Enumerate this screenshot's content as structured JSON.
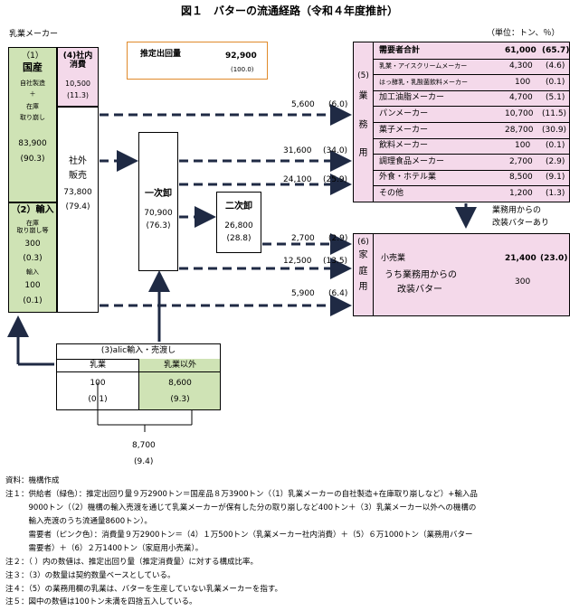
{
  "title": "図１　バターの流通経路（令和４年度推計）",
  "unit": "（単位：トン、％）",
  "dairy_label": "乳業メーカー",
  "estimate": {
    "label": "推定出回量",
    "value": "92,900",
    "pct": "(100.0)"
  },
  "domestic": {
    "num": "（1）",
    "title": "国産",
    "sub1": "自社製造",
    "plus": "＋",
    "sub2": "在庫",
    "sub3": "取り崩し",
    "value": "83,900",
    "pct": "(90.3)"
  },
  "import": {
    "title": "（2）輸入",
    "sub1": "在庫",
    "sub2": "取り崩し等",
    "v1": "300",
    "p1": "(0.3)",
    "sub3": "輸入",
    "v2": "100",
    "p2": "(0.1)"
  },
  "internal": {
    "title1": "(4)社内",
    "title2": "消費",
    "value": "10,500",
    "pct": "(11.3)"
  },
  "external": {
    "t1": "社外",
    "t2": "販売",
    "value": "73,800",
    "pct": "(79.4)"
  },
  "wholesale1": {
    "title": "一次卸",
    "value": "70,900",
    "pct": "(76.3)"
  },
  "wholesale2": {
    "title": "二次卸",
    "value": "26,800",
    "pct": "(28.8)"
  },
  "flows": [
    {
      "value": "5,600",
      "pct": "(6.0)"
    },
    {
      "value": "31,600",
      "pct": "(34.0)"
    },
    {
      "value": "24,100",
      "pct": "(25.9)"
    },
    {
      "value": "2,700",
      "pct": "(2.9)"
    },
    {
      "value": "12,500",
      "pct": "(13.5)"
    },
    {
      "value": "5,900",
      "pct": "(6.4)"
    }
  ],
  "business": {
    "side": [
      "(5)",
      "業",
      "務",
      "用"
    ],
    "rows": [
      {
        "name": "需要者合計",
        "value": "61,000",
        "pct": "(65.7)",
        "bold": true
      },
      {
        "name": "乳業・アイスクリームメーカー",
        "value": "4,300",
        "pct": "(4.6)"
      },
      {
        "name": "はっ酵乳・乳酸菌飲料メーカー",
        "value": "100",
        "pct": "(0.1)"
      },
      {
        "name": "加工油脂メーカー",
        "value": "4,700",
        "pct": "(5.1)"
      },
      {
        "name": "パンメーカー",
        "value": "10,700",
        "pct": "(11.5)"
      },
      {
        "name": "菓子メーカー",
        "value": "28,700",
        "pct": "(30.9)"
      },
      {
        "name": "飲料メーカー",
        "value": "100",
        "pct": "(0.1)"
      },
      {
        "name": "調理食品メーカー",
        "value": "2,700",
        "pct": "(2.9)"
      },
      {
        "name": "外食・ホテル業",
        "value": "8,500",
        "pct": "(9.1)"
      },
      {
        "name": "その他",
        "value": "1,200",
        "pct": "(1.3)"
      }
    ]
  },
  "repack_note": {
    "l1": "業務用からの",
    "l2": "改装バターあり"
  },
  "household": {
    "side": [
      "(6)",
      "家",
      "庭",
      "用"
    ],
    "retail": "小売業",
    "value": "21,400",
    "pct": "(23.0)",
    "sub1": "うち業務用からの",
    "sub2": "改装バター",
    "sub_value": "300"
  },
  "alic": {
    "title": "(3)alic輸入・売渡し",
    "h1": "乳業",
    "h2": "乳業以外",
    "v1": "100",
    "p1": "(0.1)",
    "v2": "8,600",
    "p2": "(9.3)"
  },
  "alic_total": {
    "value": "8,700",
    "pct": "(9.4)"
  },
  "notes": [
    "資料：機構作成",
    "注１：供給者（緑色）：推定出回り量９万2900トン＝国産品８万3900トン（（1）乳業メーカーの自社製造+在庫取り崩しなど）+輸入品",
    "　　　9000トン（（2）機構の輸入売渡を通じて乳業メーカーが保有した分の取り崩しなど400トン＋（3）乳業メーカー以外への機構の",
    "　　　輸入売渡のうち流通量8600トン）。",
    "　　　需要者（ピンク色）：消費量９万2900トン＝（4）１万500トン（乳業メーカー社内消費）＋（5）６万1000トン（業務用バター",
    "　　　需要者）＋（6）２万1400トン（家庭用小売業）。",
    "注２：（ ）内の数値は、推定出回り量（推定消費量）に対する構成比率。",
    "注３：（3）の数量は契約数量ベースとしている。",
    "注４：（5）の業務用欄の乳業は、バターを生産していない乳業メーカーを指す。",
    "注５：図中の数値は100トン未満を四捨五入している。"
  ]
}
